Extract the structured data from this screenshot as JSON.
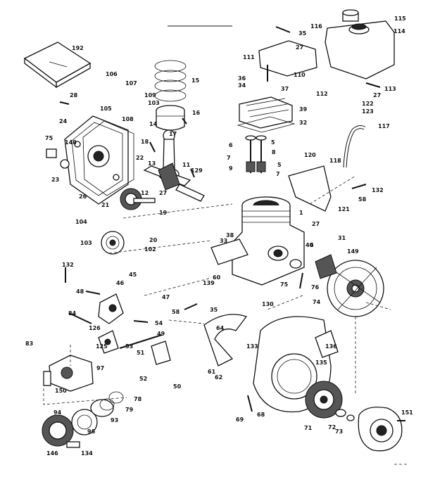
{
  "diagram": {
    "callouts": [
      "192",
      "106",
      "107",
      "28",
      "105",
      "108",
      "109",
      "103",
      "14",
      "15",
      "16",
      "17",
      "18",
      "24",
      "75",
      "148",
      "23",
      "26",
      "22",
      "13",
      "11",
      "129",
      "12",
      "27",
      "21",
      "20",
      "19",
      "104",
      "103",
      "102",
      "35",
      "116",
      "115",
      "114",
      "111",
      "110",
      "27",
      "36",
      "34",
      "37",
      "112",
      "113",
      "27",
      "122",
      "123",
      "39",
      "32",
      "117",
      "6",
      "5",
      "8",
      "9",
      "7",
      "5",
      "7",
      "120",
      "118",
      "132",
      "58",
      "121",
      "1",
      "27",
      "38",
      "33",
      "40",
      "31",
      "149",
      "4",
      "139",
      "60",
      "75",
      "76",
      "74",
      "35",
      "130",
      "132",
      "46",
      "48",
      "45",
      "47",
      "58",
      "84",
      "126",
      "54",
      "49",
      "125",
      "51",
      "53",
      "83",
      "97",
      "52",
      "150",
      "50",
      "61",
      "62",
      "64",
      "133",
      "136",
      "135",
      "69",
      "68",
      "78",
      "79",
      "94",
      "93",
      "96",
      "146",
      "134",
      "71",
      "72",
      "73",
      "151"
    ]
  }
}
